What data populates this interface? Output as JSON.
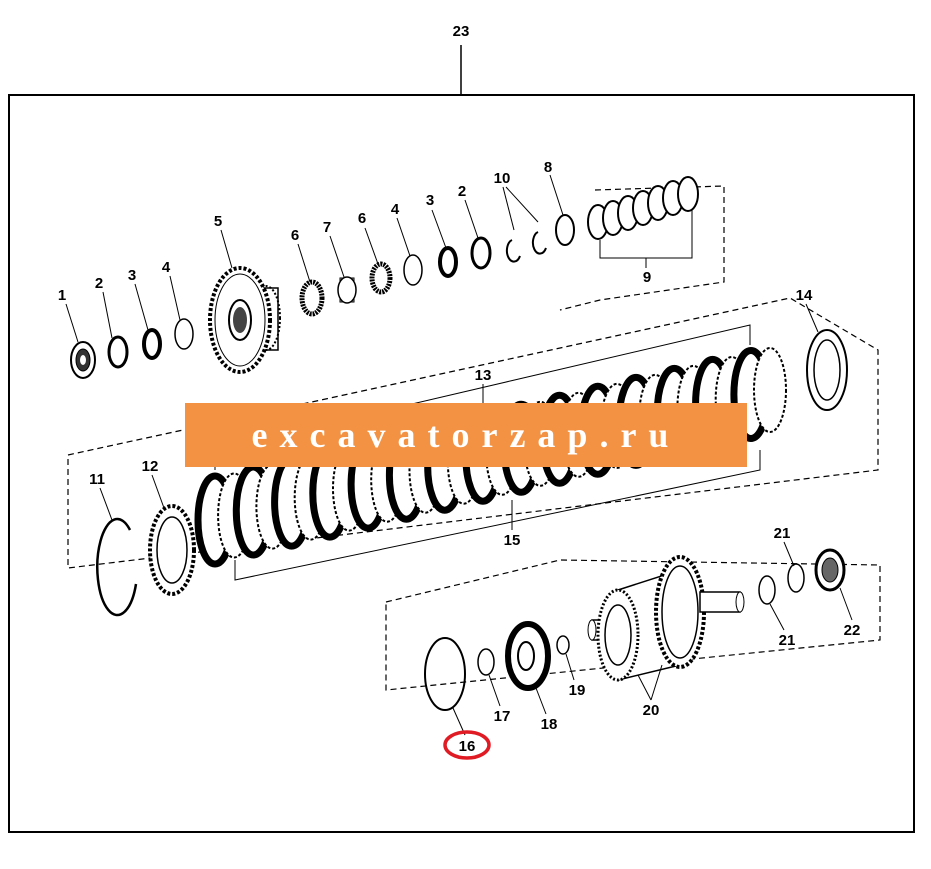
{
  "assembly_label": "23",
  "watermark": "excavatorzap.ru",
  "highlight_color": "#e01b24",
  "watermark_color": "#f39243",
  "callouts": [
    {
      "id": "1",
      "label": "1"
    },
    {
      "id": "2a",
      "label": "2"
    },
    {
      "id": "3a",
      "label": "3"
    },
    {
      "id": "4a",
      "label": "4"
    },
    {
      "id": "5",
      "label": "5"
    },
    {
      "id": "6a",
      "label": "6"
    },
    {
      "id": "7",
      "label": "7"
    },
    {
      "id": "6b",
      "label": "6"
    },
    {
      "id": "4b",
      "label": "4"
    },
    {
      "id": "3b",
      "label": "3"
    },
    {
      "id": "2b",
      "label": "2"
    },
    {
      "id": "10",
      "label": "10"
    },
    {
      "id": "8",
      "label": "8"
    },
    {
      "id": "9",
      "label": "9"
    },
    {
      "id": "14",
      "label": "14"
    },
    {
      "id": "13",
      "label": "13"
    },
    {
      "id": "11",
      "label": "11"
    },
    {
      "id": "12",
      "label": "12"
    },
    {
      "id": "15",
      "label": "15"
    },
    {
      "id": "21a",
      "label": "21"
    },
    {
      "id": "21b",
      "label": "21"
    },
    {
      "id": "22",
      "label": "22"
    },
    {
      "id": "19",
      "label": "19"
    },
    {
      "id": "20",
      "label": "20"
    },
    {
      "id": "17",
      "label": "17"
    },
    {
      "id": "18",
      "label": "18"
    },
    {
      "id": "16",
      "label": "16"
    }
  ]
}
